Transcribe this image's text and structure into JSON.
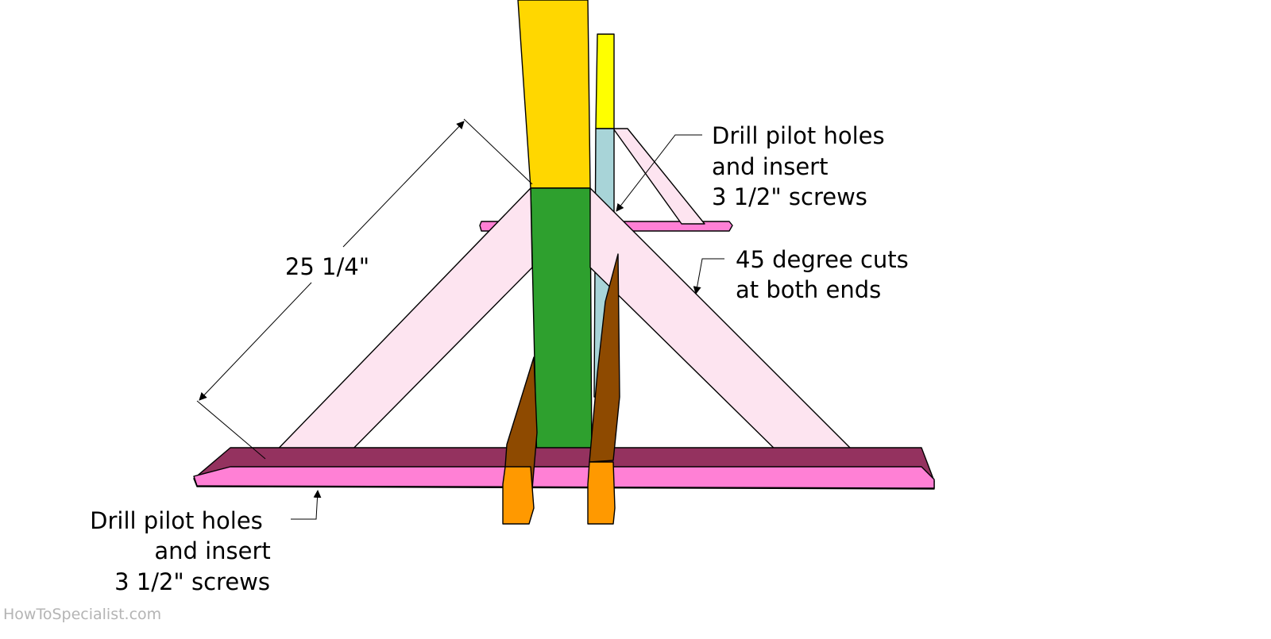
{
  "annotations": {
    "dimension": "25 1/4\"",
    "top_note": [
      "Drill pilot holes",
      "and insert",
      "3 1/2\" screws"
    ],
    "cut_note": [
      "45 degree cuts",
      "at both ends"
    ],
    "bottom_note": [
      "Drill pilot holes",
      "and insert",
      "3 1/2\" screws"
    ]
  },
  "watermark": "HowToSpecialist.com",
  "colors": {
    "post_upper": "#FFD700",
    "post_lower": "#2EA02E",
    "back_post": "#FFFF00",
    "back_post_lower": "#A8D4D8",
    "brace": "#FDE4F0",
    "base_board_face": "#FF80D5",
    "base_board_top": "#94325F",
    "support_dark": "#8E4A00",
    "support_light": "#FF9900"
  }
}
